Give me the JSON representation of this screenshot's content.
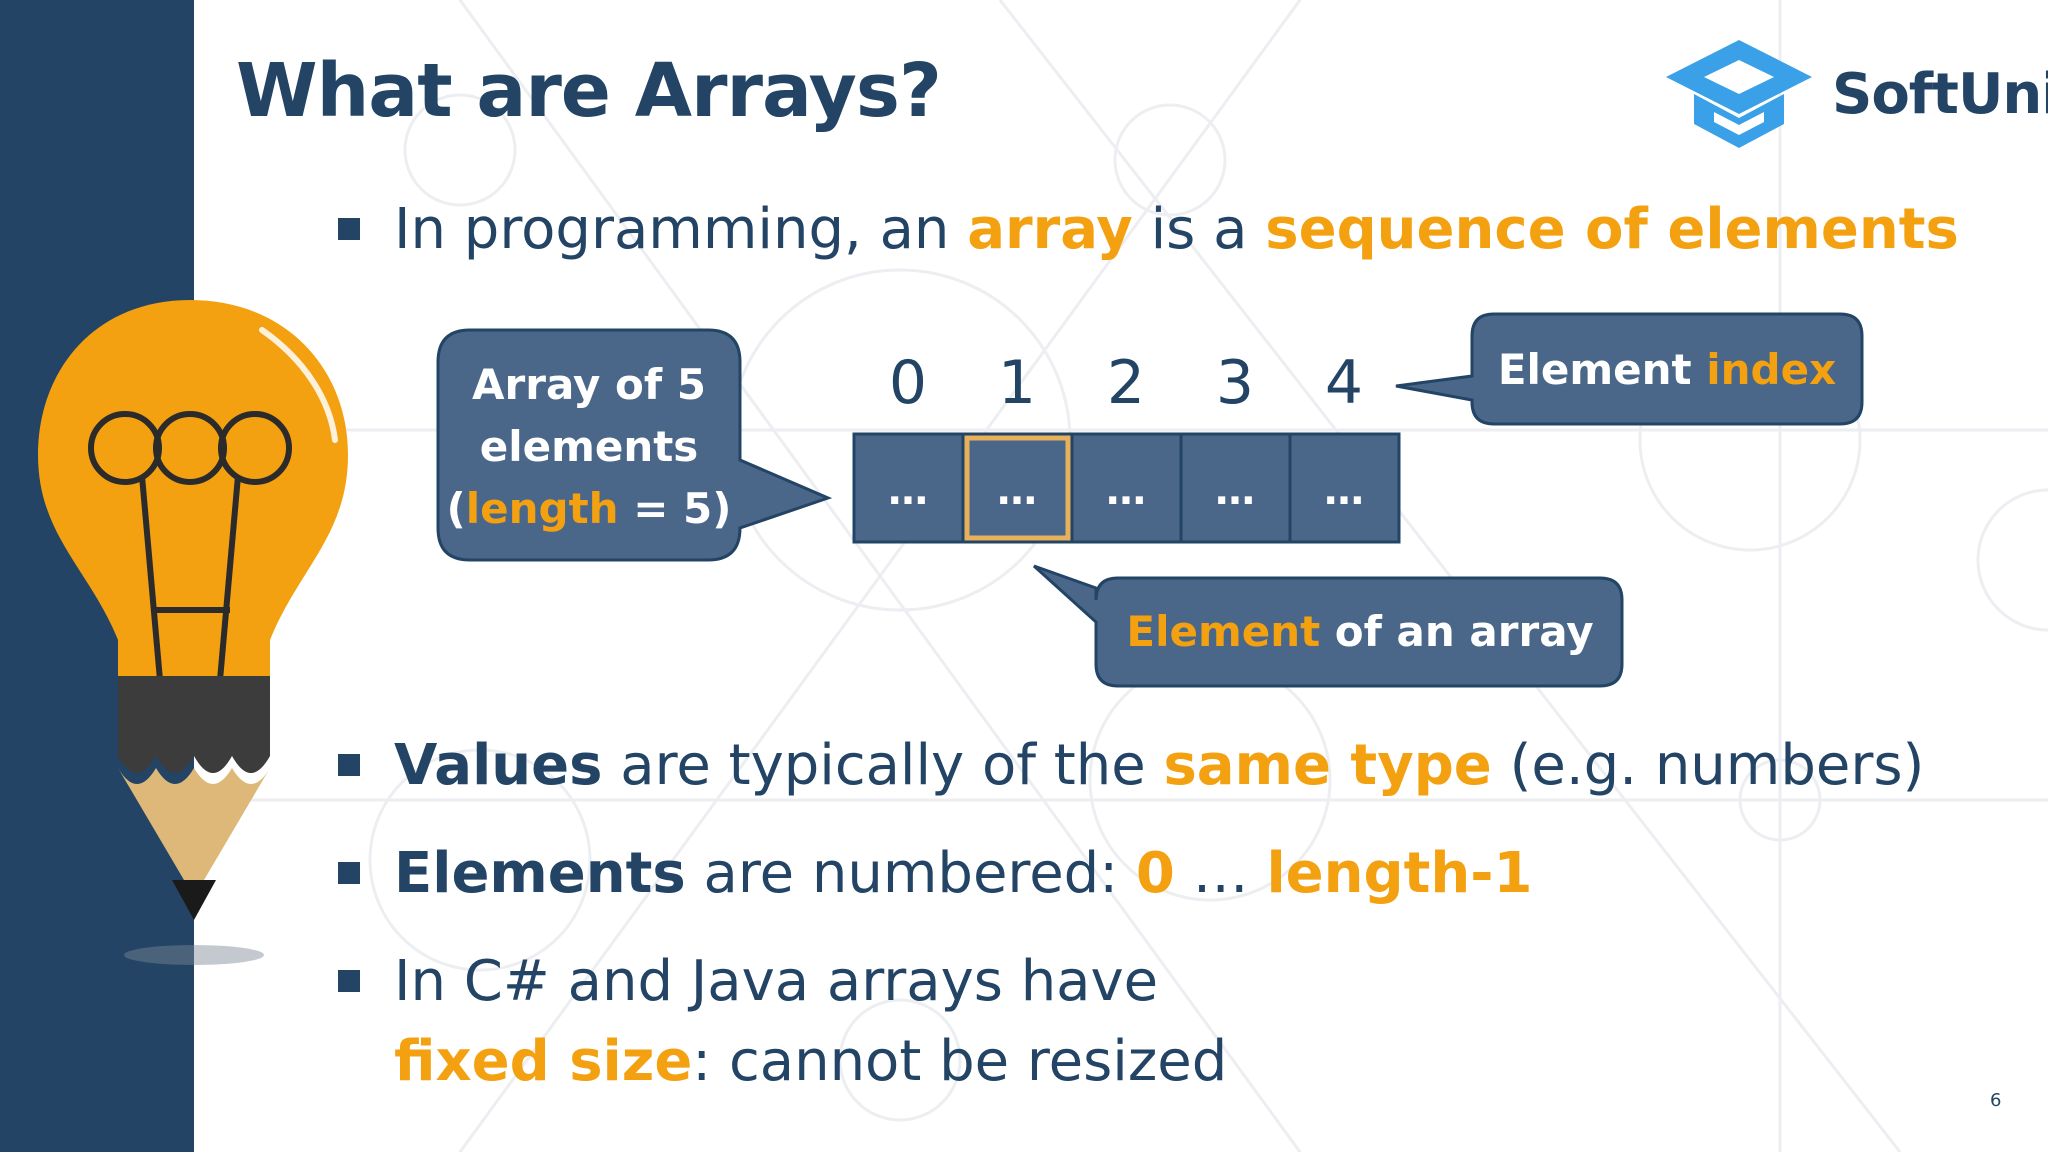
{
  "slide": {
    "title": "What are Arrays?",
    "page_number": "6"
  },
  "logo": {
    "name": "SoftUni",
    "icon": "graduation-cap-icon"
  },
  "colors": {
    "navy": "#234465",
    "accent_orange": "#f3a011",
    "callout_fill": "#4a6789"
  },
  "bullets": [
    {
      "parts": [
        "In programming, an ",
        "array",
        " is a ",
        "sequence of elements"
      ]
    },
    {
      "parts": [
        "Values",
        " are typically of the ",
        "same type",
        " (e.g. numbers)"
      ]
    },
    {
      "parts": [
        "Elements",
        " are numbered: ",
        "0",
        " … ",
        "length-1"
      ]
    },
    {
      "line1": "In C# and Java arrays have",
      "line2_parts": [
        "fixed size",
        ": cannot be resized"
      ]
    }
  ],
  "diagram": {
    "length_callout": {
      "line1": "Array of 5",
      "line2": "elements",
      "line3_open": "(",
      "line3_hl": "length",
      "line3_rest": " = 5)"
    },
    "index_callout": {
      "text": "Element ",
      "hl": "index"
    },
    "element_callout": {
      "hl": "Element",
      "text": " of an array"
    },
    "indices": [
      "0",
      "1",
      "2",
      "3",
      "4"
    ],
    "cells": [
      "…",
      "…",
      "…",
      "…",
      "…"
    ],
    "highlighted_cell": 1
  }
}
